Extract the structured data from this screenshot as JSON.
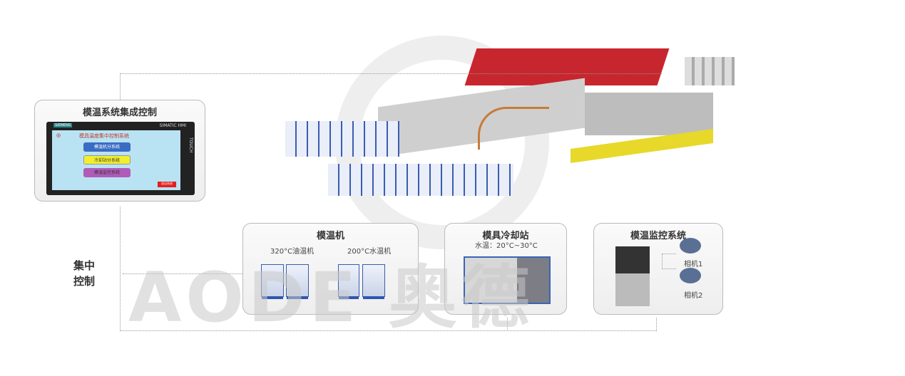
{
  "watermark": "AODE 奥德",
  "hmi": {
    "title": "模温系统集成控制",
    "brand": "SIEMENS",
    "model": "SIMATIC HMI",
    "side": "TOUCH",
    "screen_title": "模具温度集中控制系统",
    "buttons": [
      {
        "label": "模温机分系统",
        "color": "#3a6cc4"
      },
      {
        "label": "冷却站分系统",
        "color": "#f2ee2e"
      },
      {
        "label": "模温监控系统",
        "color": "#b05bb8"
      }
    ],
    "exit": "退出系统"
  },
  "central": {
    "line1": "集中",
    "line2": "控制"
  },
  "cards": {
    "mtc": {
      "title": "模温机",
      "oil": "320°C油温机",
      "water": "200°C水温机"
    },
    "cooling": {
      "title": "模具冷却站",
      "range": "水温：20°C~30°C"
    },
    "monitor": {
      "title": "模温监控系统",
      "cam1": "相机1",
      "cam2": "相机2"
    }
  }
}
